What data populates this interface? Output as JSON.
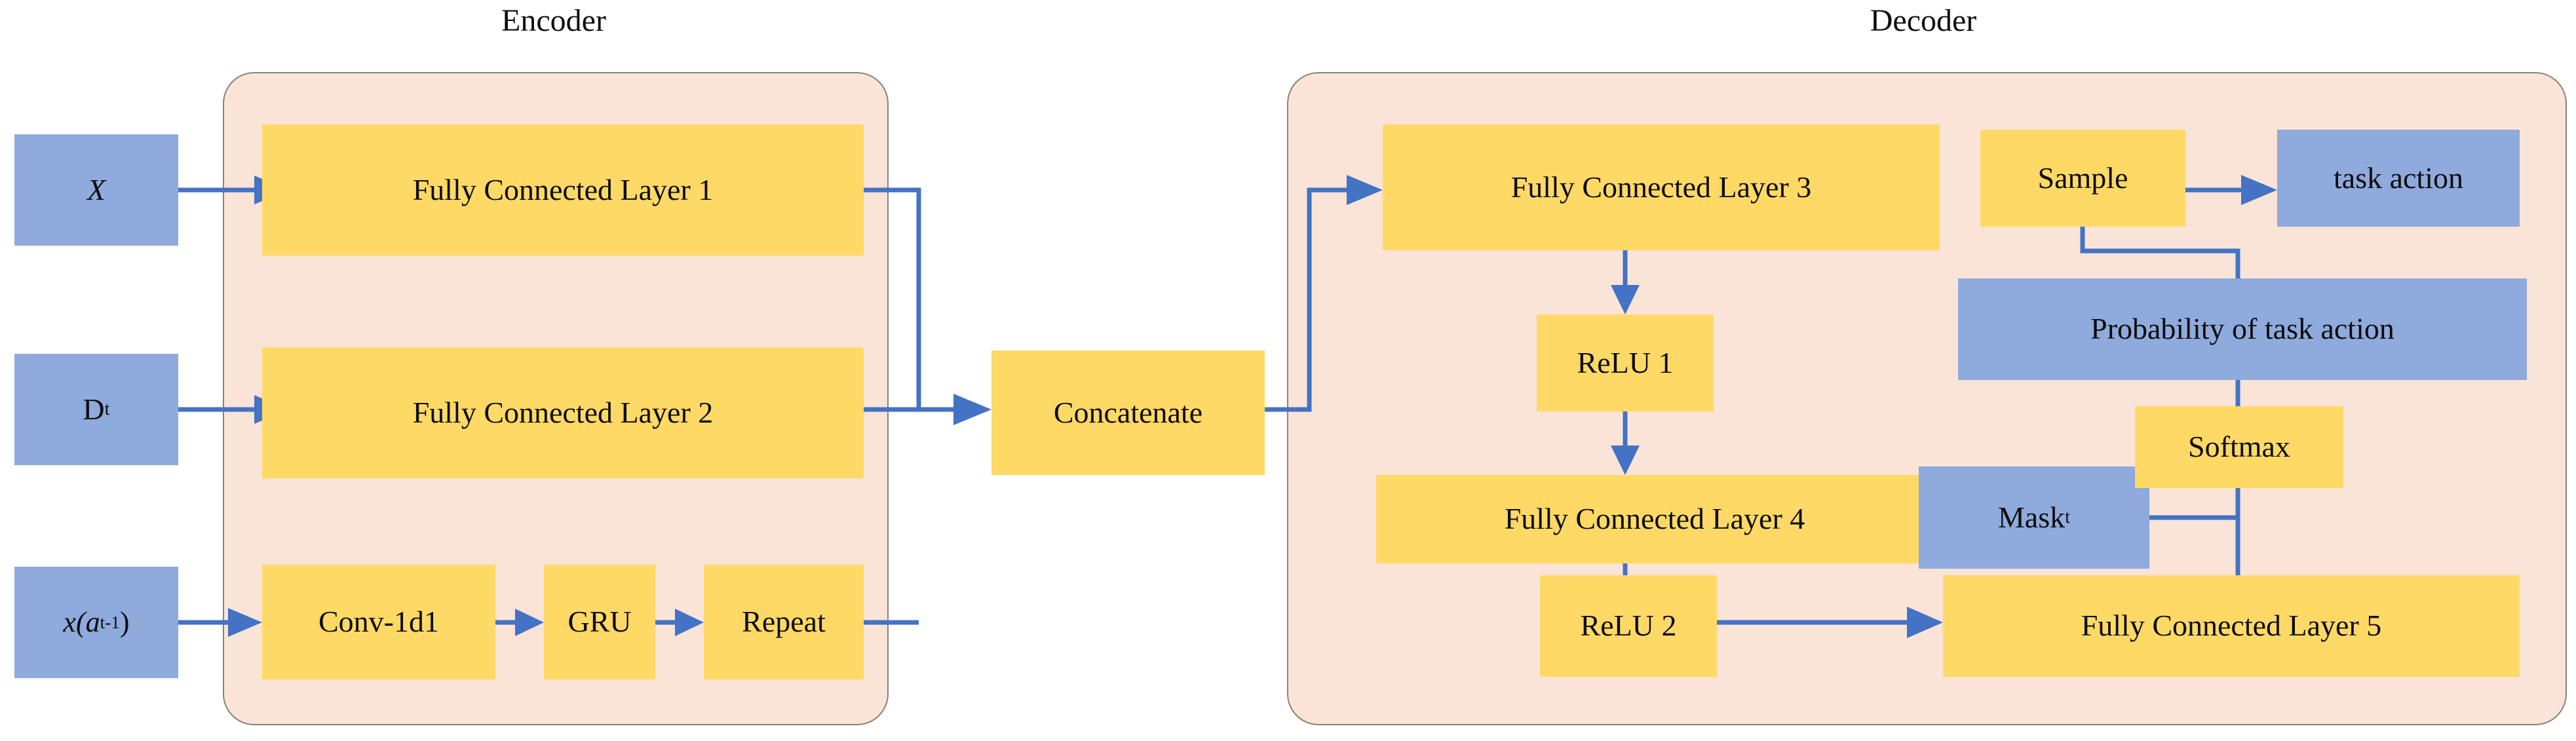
{
  "diagram": {
    "title_visible": false,
    "colors": {
      "panel_fill": "#F9E4D7",
      "panel_border": "#8A8278",
      "node_yellow": "#FFD966",
      "node_blue": "#8FAADC",
      "arrow_blue": "#4472C4",
      "text": "#0D0D0D",
      "background": "#FFFFFF"
    },
    "groups": [
      {
        "id": "encoder",
        "label": "Encoder"
      },
      {
        "id": "decoder",
        "label": "Decoder"
      }
    ],
    "inputs": [
      {
        "id": "x-input",
        "label": "X",
        "label_plain": "X",
        "style": "blue"
      },
      {
        "id": "dt-input",
        "label": "D",
        "subscript": "t",
        "label_plain": "D_t",
        "style": "blue"
      },
      {
        "id": "prev-action-input",
        "label": "x(a",
        "subscript": "t-1",
        "suffix": ")",
        "label_plain": "x(a_t-1)",
        "style": "blue"
      }
    ],
    "encoder_nodes": [
      {
        "id": "fc1",
        "label": "Fully Connected Layer 1",
        "style": "yellow"
      },
      {
        "id": "fc2",
        "label": "Fully Connected Layer 2",
        "style": "yellow"
      },
      {
        "id": "conv1d",
        "label": "Conv-1d1",
        "style": "yellow"
      },
      {
        "id": "gru",
        "label": "GRU",
        "style": "yellow"
      },
      {
        "id": "repeat",
        "label": "Repeat",
        "style": "yellow"
      }
    ],
    "middle_nodes": [
      {
        "id": "concatenate",
        "label": "Concatenate",
        "style": "yellow"
      }
    ],
    "decoder_nodes": [
      {
        "id": "fc3",
        "label": "Fully Connected Layer 3",
        "style": "yellow"
      },
      {
        "id": "relu1",
        "label": "ReLU 1",
        "style": "yellow"
      },
      {
        "id": "fc4",
        "label": "Fully Connected Layer 4",
        "style": "yellow"
      },
      {
        "id": "relu2",
        "label": "ReLU 2",
        "style": "yellow"
      },
      {
        "id": "fc5",
        "label": "Fully Connected Layer 5",
        "style": "yellow"
      },
      {
        "id": "maskt",
        "label": "Mask",
        "subscript": "t",
        "label_plain": "Mask_t",
        "style": "blue"
      },
      {
        "id": "softmax",
        "label": "Softmax",
        "style": "yellow"
      },
      {
        "id": "prob",
        "label": "Probability of task action",
        "style": "blue"
      },
      {
        "id": "sample",
        "label": "Sample",
        "style": "yellow"
      },
      {
        "id": "taskaction",
        "label": "task action",
        "style": "blue"
      }
    ],
    "edges": [
      {
        "from": "x-input",
        "to": "fc1",
        "arrow": true
      },
      {
        "from": "dt-input",
        "to": "fc2",
        "arrow": true
      },
      {
        "from": "prev-action-input",
        "to": "conv1d",
        "arrow": true
      },
      {
        "from": "conv1d",
        "to": "gru",
        "arrow": true
      },
      {
        "from": "gru",
        "to": "repeat",
        "arrow": true
      },
      {
        "from": "fc1",
        "to": "concatenate",
        "arrow": true
      },
      {
        "from": "fc2",
        "to": "concatenate",
        "arrow": true
      },
      {
        "from": "repeat",
        "to": "concatenate",
        "arrow": true
      },
      {
        "from": "concatenate",
        "to": "fc3",
        "arrow": true
      },
      {
        "from": "fc3",
        "to": "relu1",
        "arrow": true
      },
      {
        "from": "relu1",
        "to": "fc4",
        "arrow": true
      },
      {
        "from": "fc4",
        "to": "relu2",
        "arrow": true
      },
      {
        "from": "relu2",
        "to": "fc5",
        "arrow": true
      },
      {
        "from": "fc5",
        "to": "softmax",
        "arrow": true
      },
      {
        "from": "maskt",
        "to": "softmax",
        "arrow": true
      },
      {
        "from": "softmax",
        "to": "prob",
        "arrow": true
      },
      {
        "from": "prob",
        "to": "sample",
        "arrow": true
      },
      {
        "from": "sample",
        "to": "taskaction",
        "arrow": true
      }
    ]
  }
}
